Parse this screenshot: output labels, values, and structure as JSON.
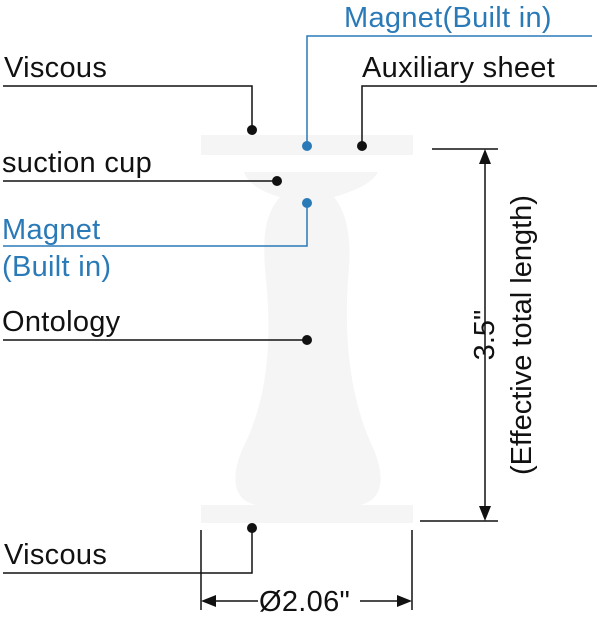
{
  "labels": {
    "magnet_top": "Magnet(Built in)",
    "viscous_top": "Viscous",
    "auxiliary_sheet": "Auxiliary sheet",
    "suction_cup": "suction cup",
    "magnet_left_line1": "Magnet",
    "magnet_left_line2": "(Built in)",
    "ontology": "Ontology",
    "viscous_bottom": "Viscous"
  },
  "dimensions": {
    "length_value": "3.5\"",
    "length_caption": "(Effective total length)",
    "diameter": "Ø2.06\""
  },
  "colors": {
    "accent_blue": "#2a7ab8",
    "line_black": "#111111",
    "body_fill": "#f4f4f4"
  }
}
